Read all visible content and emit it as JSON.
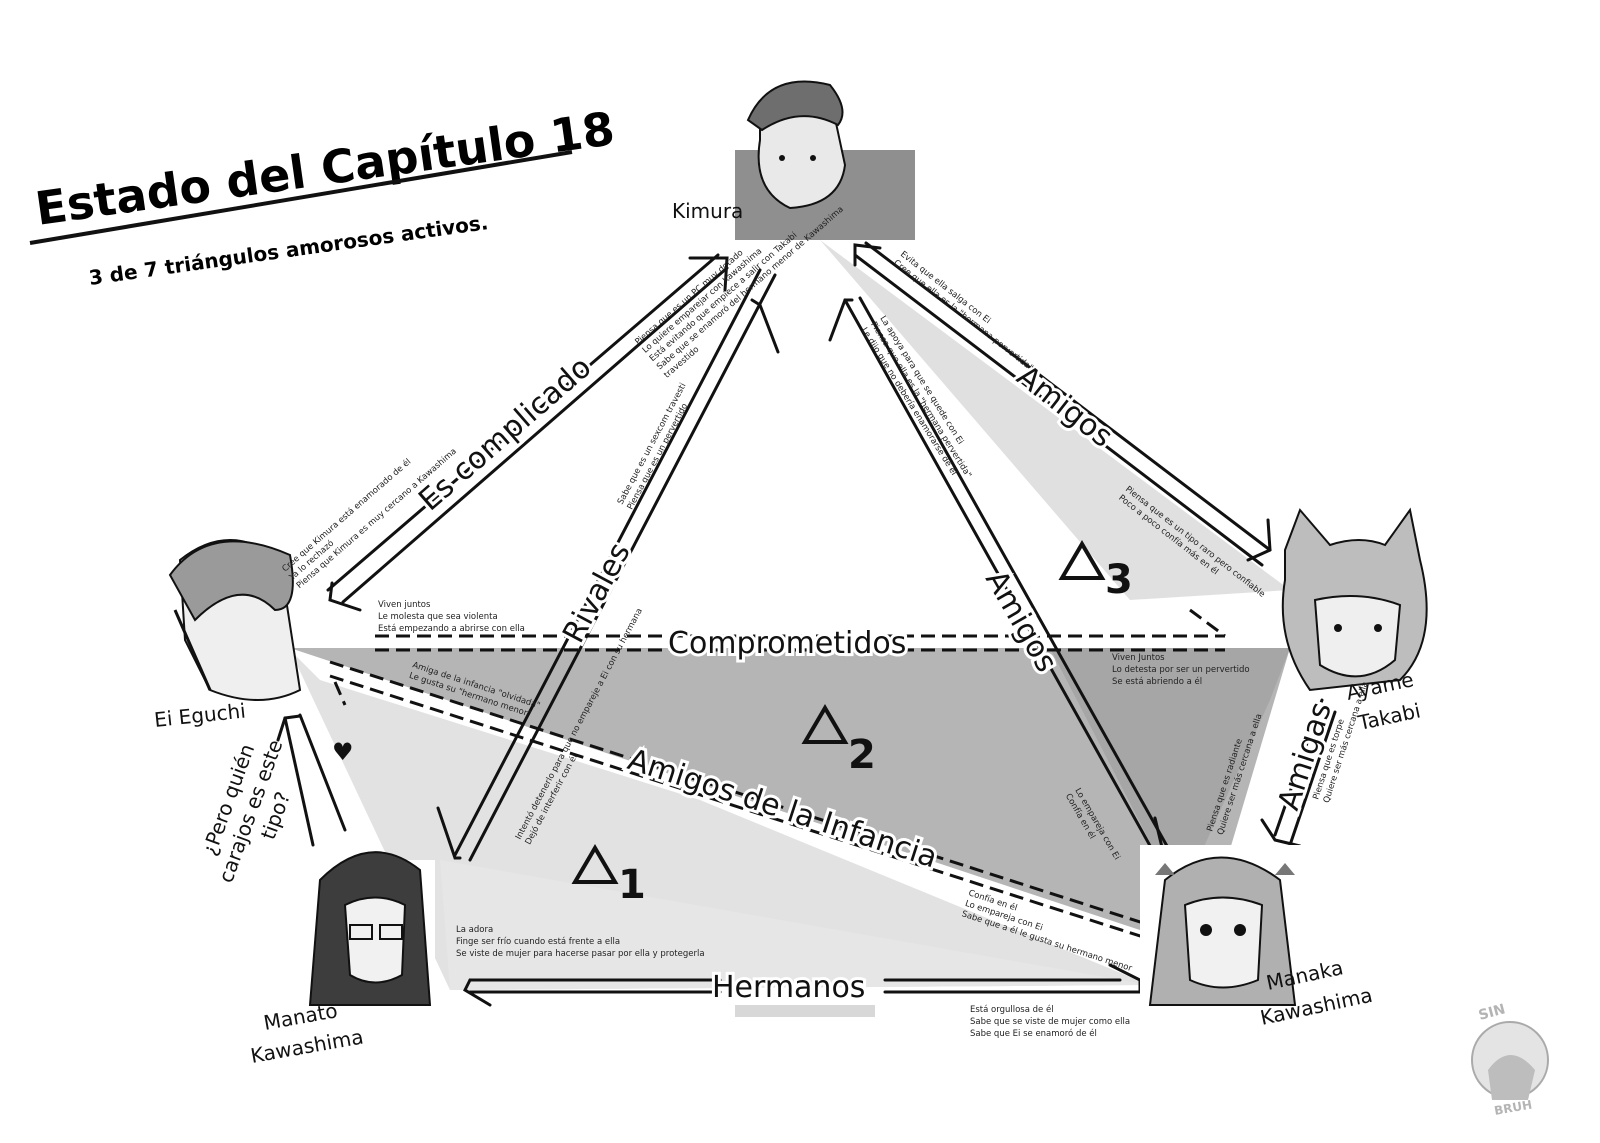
{
  "title": "Estado del Capítulo 18",
  "subtitle": "3 de 7 triángulos amorosos activos.",
  "characters": {
    "kimura": "Kimura",
    "ei": "Ei Eguchi",
    "ayame_1": "Ayame",
    "ayame_2": "Takabi",
    "manato_1": "Manato",
    "manato_2": "Kawashima",
    "manaka_1": "Manaka",
    "manaka_2": "Kawashima"
  },
  "relations": {
    "es_complicado": "Es complicado",
    "rivales": "Rivales",
    "amigos_kimura_ayame": "Amigos",
    "amigos_kimura_manaka": "Amigos",
    "comprometidos": "Comprometidos",
    "amigos_infancia": "Amigos de la Infancia",
    "amigas": "Amigas",
    "hermanos": "Hermanos"
  },
  "triangles": {
    "t1": "1",
    "t2": "2",
    "t3": "3"
  },
  "heart": "♥",
  "question": [
    "¿Pero quién",
    "carajos es este",
    "tipo?"
  ],
  "notes": {
    "kimura_to_ei": [
      "Piensa que es un PC muy dotado",
      "Lo quiere emparejar con Kawashima",
      "Está evitando que empiece a salir con Takabi",
      "Sabe que se enamoró del hermano menor de Kawashima",
      "travestido"
    ],
    "ei_to_kimura": [
      "Cree que Kimura está enamorado de él",
      "Ya lo rechazó",
      "Piensa que Kimura es muy cercano a Kawashima"
    ],
    "rivales": [
      "Sabe que es un sexcom travesti",
      "Piensa que es un pervertido"
    ],
    "kimura_to_manaka": [
      "La apoya para que se quede con Ei",
      "Piensa que ella es la \"hermana pervertida\"",
      "Le dijo que no debería enamorarse de él"
    ],
    "kimura_to_ayame": [
      "Evita que ella salga con Ei",
      "Cree que ella es la \"hermana pervertida\""
    ],
    "ayame_to_kimura": [
      "Piensa que es un tipo raro pero confiable",
      "Poco a poco confía más en él"
    ],
    "ei_to_ayame": [
      "Viven juntos",
      "Le molesta que sea violenta",
      "Está empezando a abrirse con ella"
    ],
    "ayame_to_ei": [
      "Viven Juntos",
      "Lo detesta por ser un pervertido",
      "Se está abriendo a él"
    ],
    "manaka_to_ei_a": [
      "Amiga de la infancia \"olvidada\"",
      "Le gusta su \"hermano menor\""
    ],
    "manato_to_ei": [
      "Intentó detenerlo para que no empareje a Ei con su hermana",
      "Dejó de interferir con él"
    ],
    "manaka_to_kimura": [
      "Lo empareja con Ei",
      "Confía en él"
    ],
    "manaka_to_ayame": [
      "Piensa que es radiante",
      "Quiere ser más cercana a ella"
    ],
    "ayame_to_manaka": [
      "Piensa que es torpe",
      "Quiere ser más cercana a ella"
    ],
    "ei_to_manaka": [
      "Confía en él",
      "Lo empareja con Ei",
      "Sabe que a él le gusta su hermano menor"
    ],
    "manato_to_manaka": [
      "La adora",
      "Finge ser frío cuando está frente a ella",
      "Se viste de mujer para hacerse pasar por ella y protegerla"
    ],
    "manaka_to_manato": [
      "Está orgullosa de él",
      "Sabe que se viste de mujer como ella",
      "Sabe que Ei se enamoró de él"
    ]
  },
  "watermark": "SIN BRUH",
  "colors": {
    "light_fill": "#dedede",
    "mid_fill": "#c4c4c4",
    "dark_fill": "#a9a9a9",
    "line": "#111111"
  }
}
